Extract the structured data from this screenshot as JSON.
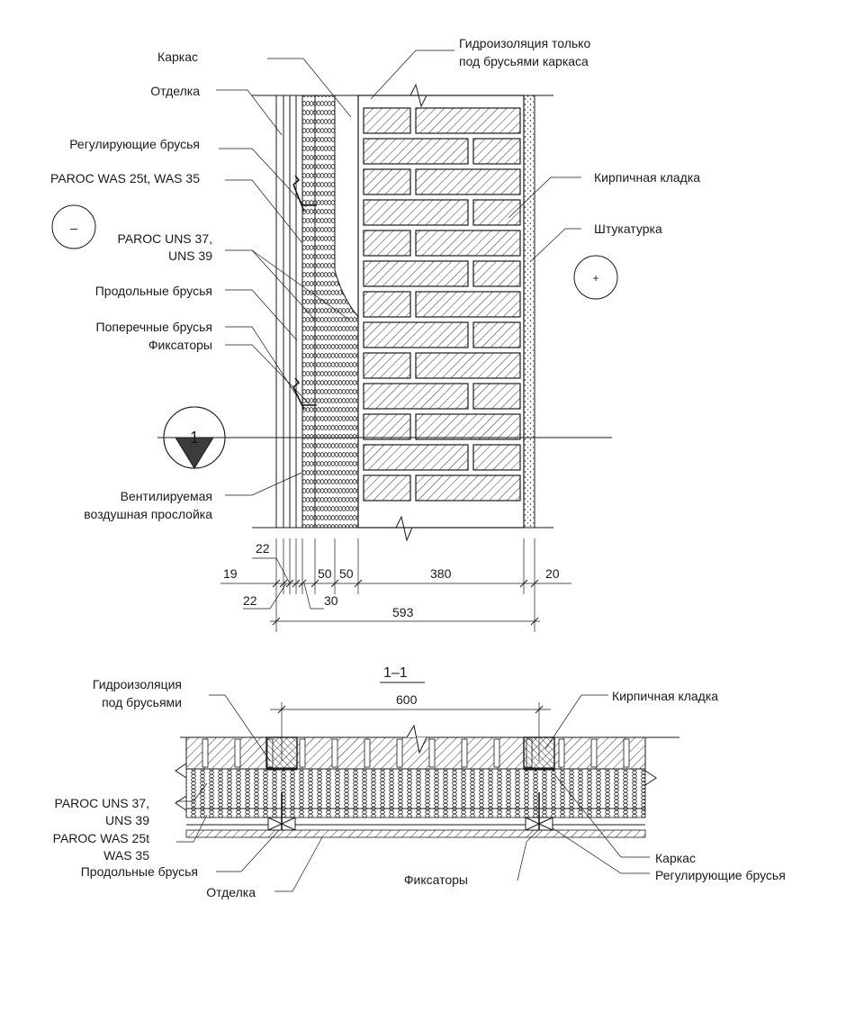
{
  "labels": {
    "karkas": "Каркас",
    "otdelka": "Отделка",
    "reg_brusya": "Регулирующие брусья",
    "was": "PAROC WAS 25t, WAS 35",
    "uns_1": "PAROC UNS 37,",
    "uns_2": "UNS 39",
    "prod_brusya": "Продольные брусья",
    "poper_brusya": "Поперечные брусья",
    "fiksatory": "Фиксаторы",
    "vent_1": "Вентилируемая",
    "vent_2": "воздушная прослойка",
    "gidro_1": "Гидроизоляция только",
    "gidro_2": "под брусьями каркаса",
    "kladka": "Кирпичная кладка",
    "shtukaturka": "Штукатурка",
    "minus": "–",
    "plus": "+",
    "section_mark": "1"
  },
  "dims": {
    "d22a": "22",
    "d19": "19",
    "d22b": "22",
    "d50a": "50",
    "d50b": "50",
    "d30": "30",
    "d380": "380",
    "d20": "20",
    "d593": "593"
  },
  "section": {
    "title": "1–1",
    "d600": "600",
    "gidro_1": "Гидроизоляция",
    "gidro_2": "под брусьями",
    "kladka": "Кирпичная кладка",
    "uns_1": "PAROC UNS 37,",
    "uns_2": "UNS 39",
    "was_1": "PAROC WAS 25t",
    "was_2": "WAS 35",
    "prod_brusya": "Продольные брусья",
    "otdelka": "Отделка",
    "fiksatory": "Фиксаторы",
    "karkas": "Каркас",
    "reg_brusya": "Регулирующие брусья"
  }
}
